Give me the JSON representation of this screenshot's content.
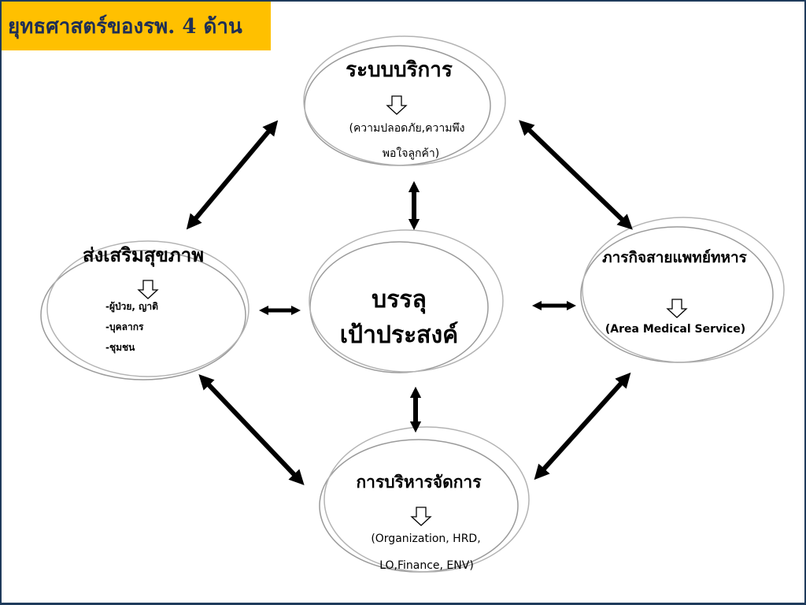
{
  "title": "ยุทธศาสตร์ของรพ. 4 ด้าน",
  "diagram": {
    "center": {
      "line1": "บรรลุ",
      "line2": "เป้าประสงค์"
    },
    "top": {
      "title": "ระบบบริการ",
      "detail_line1": "(ความปลอดภัย,ความพึง",
      "detail_line2": "พอใจลูกค้า)"
    },
    "left": {
      "title": "ส่งเสริมสุขภาพ",
      "item1": "-ผู้ป่วย, ญาติ",
      "item2": "-บุคลากร",
      "item3": "-ชุมชน"
    },
    "right": {
      "title": "ภารกิจสายแพทย์ทหาร",
      "detail": "(Area Medical Service)"
    },
    "bottom": {
      "title": "การบริหารจัดการ",
      "detail_line1": "(Organization, HRD,",
      "detail_line2": "LO,Finance, ENV)"
    }
  },
  "colors": {
    "title_bg": "#ffc000",
    "title_text": "#1f2f55",
    "frame": "#1f3b5c",
    "ellipse_stroke": "#9a9a9a",
    "arrow": "#000000"
  }
}
